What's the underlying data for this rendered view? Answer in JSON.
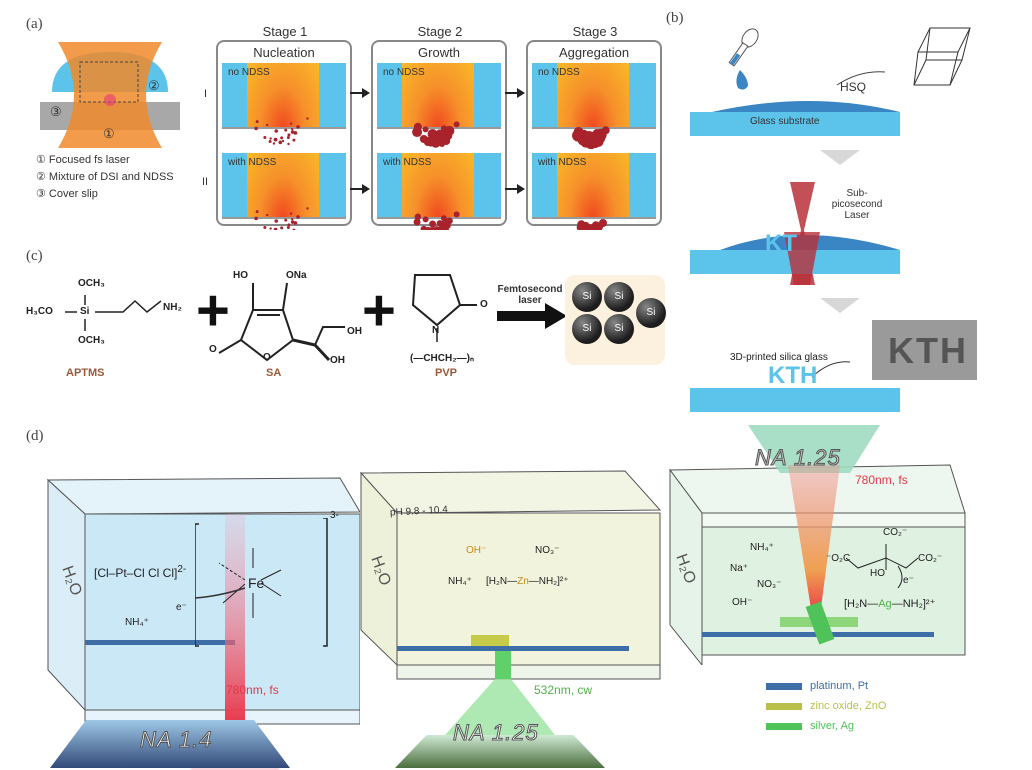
{
  "panels": {
    "a": {
      "label": "(a)",
      "legend": [
        "① Focused fs laser",
        "② Mixture of DSI and NDSS",
        "③ Cover slip"
      ],
      "markers": [
        "①",
        "②",
        "③"
      ],
      "row_labels": [
        "I",
        "II"
      ],
      "stages": [
        {
          "title": "Stage 1",
          "name": "Nucleation"
        },
        {
          "title": "Stage 2",
          "name": "Growth"
        },
        {
          "title": "Stage 3",
          "name": "Aggregation"
        }
      ],
      "conditions": [
        "no NDSS",
        "with NDSS"
      ]
    },
    "b": {
      "label": "(b)",
      "precursor": "HSQ",
      "substrate": "Glass substrate",
      "laser": "Sub-picosecond Laser",
      "partial_text": "KT",
      "result_text": "KTH",
      "result_label": "3D-printed silica glass",
      "sem_text": "KTH"
    },
    "c": {
      "label": "(c)",
      "aptms": {
        "top": "OCH₃",
        "left": "H₃CO",
        "center": "Si",
        "bottom": "OCH₃",
        "right": "NH₂",
        "name": "APTMS"
      },
      "sa": {
        "oh": "HO",
        "ona": "ONa",
        "o_ring": "O",
        "o_carbonyl": "O",
        "oh2": "OH",
        "oh3": "OH",
        "name": "SA"
      },
      "pvp": {
        "n": "N",
        "o": "O",
        "chain": "(—CHCH₂—)ₙ",
        "name": "PVP"
      },
      "plus": "+",
      "arrow_label": "Femtosecond laser",
      "particles": [
        "Si",
        "Si",
        "Si",
        "Si",
        "Si"
      ]
    },
    "d": {
      "label": "(d)",
      "solvent": "H₂O",
      "box1": {
        "pt_complex": "[Cl–Pt–Cl Cl Cl]",
        "pt_charge": "2-",
        "pt_symbol": "Pt",
        "fe_symbol": "Fe",
        "fe_charge": "3-",
        "electron": "e⁻",
        "ion": "NH₄⁺",
        "laser": "780nm, fs",
        "objective": "NA 1.4"
      },
      "box2": {
        "ph": "pH 9.8 - 10.4",
        "oh": "OH⁻",
        "no3": "NO₃⁻",
        "nh4": "NH₄⁺",
        "zn_complex_left": "[H₂N—",
        "zn": "Zn",
        "zn_complex_right": "—NH₂]²⁺",
        "laser": "532nm, cw",
        "objective": "NA 1.25"
      },
      "box3": {
        "nh4": "NH₄⁺",
        "na": "Na⁺",
        "no3": "NO₃⁻",
        "oh": "OH⁻",
        "citrate_top": "CO₂⁻",
        "citrate_left": "⁻O₂C",
        "citrate_right": "CO₂⁻",
        "citrate_ho": "HO",
        "electron": "e⁻",
        "ag_left": "[H₂N—",
        "ag": "Ag",
        "ag_right": "—NH₂]²⁺",
        "laser": "780nm, fs",
        "objective": "NA 1.25"
      },
      "legend": [
        {
          "label": "platinum, Pt",
          "color": "#3d6fa6"
        },
        {
          "label": "zinc oxide, ZnO",
          "color": "#b9bf4a"
        },
        {
          "label": "silver, Ag",
          "color": "#4fc35a"
        }
      ]
    }
  },
  "colors": {
    "liquid_blue": "#5cc3ea",
    "laser_orange": "#f6902a",
    "laser_red": "#e8384a",
    "particle_red": "#a8232b",
    "hsq_blue": "#3a86c4",
    "green_laser": "#5fd06a",
    "brown_label": "#9a5a3a"
  }
}
